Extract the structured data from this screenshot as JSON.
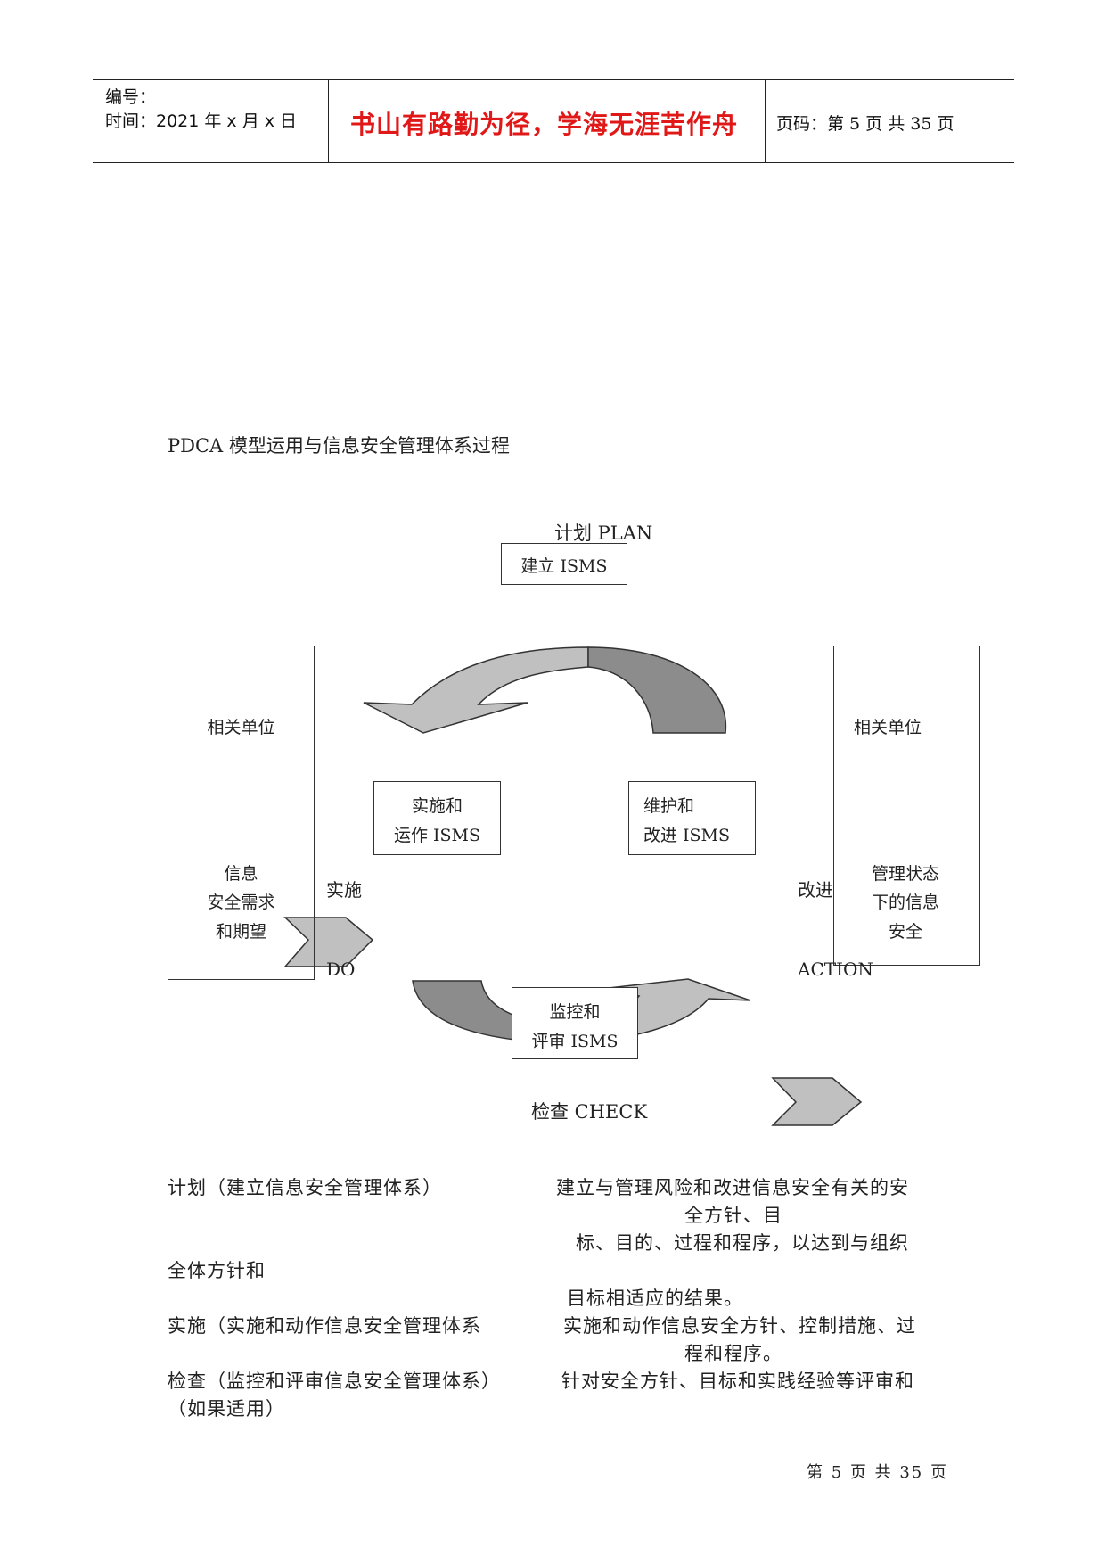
{
  "header": {
    "number_label": "编号：",
    "date_line": "时间：2021 年 x 月 x 日",
    "motto": "书山有路勤为径，学海无涯苦作舟",
    "page_code": "页码：第 5 页  共 35 页"
  },
  "section_title": "PDCA 模型运用与信息安全管理体系过程",
  "diagram": {
    "plan_label": "计划 PLAN",
    "plan_box": "建立 ISMS",
    "left_box": {
      "top": "相关单位",
      "mid": [
        "信息",
        "安全需求",
        "和期望"
      ]
    },
    "right_box": {
      "top": "相关单位",
      "mid": [
        "管理状态",
        "下的信息",
        "安全"
      ]
    },
    "do_box": [
      "实施和",
      "运作 ISMS"
    ],
    "act_box": [
      "维护和",
      "改进 ISMS"
    ],
    "check_box": [
      "监控和",
      "评审 ISMS"
    ],
    "do_label_cn": "实施",
    "do_label_en": "DO",
    "act_label_cn": "改进",
    "act_label_en": "ACTION",
    "check_label": "检查 CHECK",
    "colors": {
      "light_arrow": "#c0c0c0",
      "dark_arrow": "#8c8c8c",
      "stroke": "#333333"
    }
  },
  "body": {
    "plan_left": "计划（建立信息安全管理体系）",
    "plan_right_1": "建立与管理风险和改进信息安全有关的安",
    "plan_right_2": "全方针、目",
    "plan_right_3": "标、目的、过程和程序，以达到与组织",
    "plan_left_2": "全体方针和",
    "plan_right_4": "目标相适应的结果。",
    "do_left": "实施（实施和动作信息安全管理体系",
    "do_right_1": "实施和动作信息安全方针、控制措施、过",
    "do_right_2": "程和程序。",
    "check_left_1": "检查（监控和评审信息安全管理体系）",
    "check_left_2": "（如果适用）",
    "check_right": "针对安全方针、目标和实践经验等评审和"
  },
  "footer": "第 5 页 共 35 页"
}
